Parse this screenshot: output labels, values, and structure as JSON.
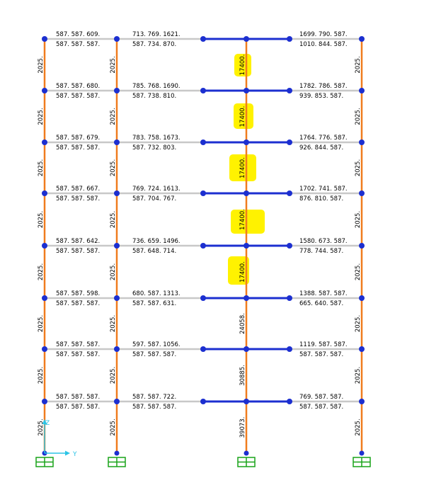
{
  "colors": {
    "column": "#f07c1e",
    "gray_beam": "#c8c8c8",
    "blue_beam": "#1c2fd0",
    "node": "#1c2fd0",
    "support": "#19a319",
    "axis": "#2cc4e6",
    "highlight": "#fff200"
  },
  "icons": [
    "support-icon",
    "axis-triad-icon"
  ],
  "axis": {
    "z_label": "Z",
    "y_label": "Y"
  },
  "column_labels": {
    "col1": [
      "2025.",
      "2025.",
      "2025.",
      "2025.",
      "2025.",
      "2025.",
      "2025.",
      "2025."
    ],
    "col2": [
      "2025.",
      "2025.",
      "2025.",
      "2025.",
      "2025.",
      "2025.",
      "2025.",
      "2025."
    ],
    "col3": [
      "17400.",
      "17400.",
      "17400.",
      "17400.",
      "17400.",
      "24058.",
      "30885.",
      "39073."
    ],
    "col4": [
      "2025.",
      "2025.",
      "2025.",
      "2025.",
      "2025.",
      "2025.",
      "2025.",
      "2025."
    ]
  },
  "floors": [
    {
      "bay1_top": "587.  587.  609.",
      "bay1_bot": "587.  587.  587.",
      "bay2_top": "713.  769.  1621.",
      "bay2_bot": "587.  734.  870.",
      "bay4_top": "1699.  790.  587.",
      "bay4_bot": "1010.  844.  587."
    },
    {
      "bay1_top": "587.  587.  680.",
      "bay1_bot": "587.  587.  587.",
      "bay2_top": "785.  768.  1690.",
      "bay2_bot": "587.  738.  810.",
      "bay4_top": "1782.  786.  587.",
      "bay4_bot": "939.  853.  587."
    },
    {
      "bay1_top": "587.  587.  679.",
      "bay1_bot": "587.  587.  587.",
      "bay2_top": "783.  758.  1673.",
      "bay2_bot": "587.  732.  803.",
      "bay4_top": "1764.  776.  587.",
      "bay4_bot": "926.  844.  587."
    },
    {
      "bay1_top": "587.  587.  667.",
      "bay1_bot": "587.  587.  587.",
      "bay2_top": "769.  724.  1613.",
      "bay2_bot": "587.  704.  767.",
      "bay4_top": "1702.  741.  587.",
      "bay4_bot": "876.  810.  587."
    },
    {
      "bay1_top": "587.  587.  642.",
      "bay1_bot": "587.  587.  587.",
      "bay2_top": "736.  659.  1496.",
      "bay2_bot": "587.  648.  714.",
      "bay4_top": "1580.  673.  587.",
      "bay4_bot": "778.  744.  587."
    },
    {
      "bay1_top": "587.  587.  598.",
      "bay1_bot": "587.  587.  587.",
      "bay2_top": "680.  587.  1313.",
      "bay2_bot": "587.  587.  631.",
      "bay4_top": "1388.  587.  587.",
      "bay4_bot": "665.  640.  587."
    },
    {
      "bay1_top": "587.  587.  587.",
      "bay1_bot": "587.  587.  587.",
      "bay2_top": "597.  587.  1056.",
      "bay2_bot": "587.  587.  587.",
      "bay4_top": "1119.  587.  587.",
      "bay4_bot": "587.  587.  587."
    },
    {
      "bay1_top": "587.  587.  587.",
      "bay1_bot": "587.  587.  587.",
      "bay2_top": "587.  587.  722.",
      "bay2_bot": "587.  587.  587.",
      "bay4_top": "769.  587.  587.",
      "bay4_bot": "587.  587.  587."
    }
  ]
}
